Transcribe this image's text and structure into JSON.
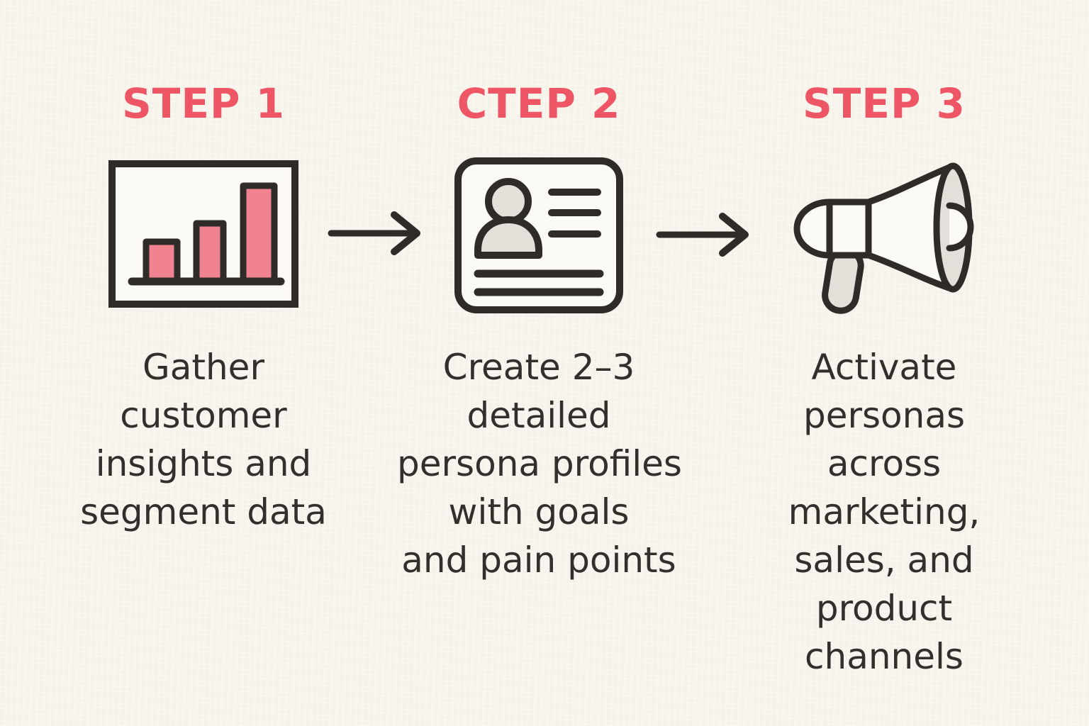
{
  "title": "Three step persona process infographic",
  "colors": {
    "background": "#f7f4ec",
    "accent_red": "#ee5565",
    "ink": "#2e2b28",
    "text": "#332f2c",
    "bar_pink": "#f0838f",
    "sketch_grey": "#e4e0d9",
    "panel_fill": "#fcfaf4"
  },
  "steps": [
    {
      "label": "STEP 1",
      "icon": "bar-chart-icon",
      "description": "Gather customer insights and segment data",
      "lines": [
        "Gather",
        "customer",
        "insights and",
        "segment data"
      ]
    },
    {
      "label": "CTEP 2",
      "icon": "persona-card-icon",
      "description": "Create 2–3 detailed persona profiles with goals and pain points",
      "lines": [
        "Create 2–3",
        "detailed",
        "persona profiles",
        "with goals",
        "and pain points"
      ]
    },
    {
      "label": "STEP 3",
      "icon": "megaphone-icon",
      "description": "Activate personas across marketing, sales, and product channels",
      "lines": [
        "Activate",
        "personas",
        "across",
        "marketing,",
        "sales, and",
        "product",
        "channels"
      ]
    }
  ],
  "connectors": [
    {
      "icon": "right-arrow-icon"
    },
    {
      "icon": "right-arrow-icon"
    }
  ]
}
